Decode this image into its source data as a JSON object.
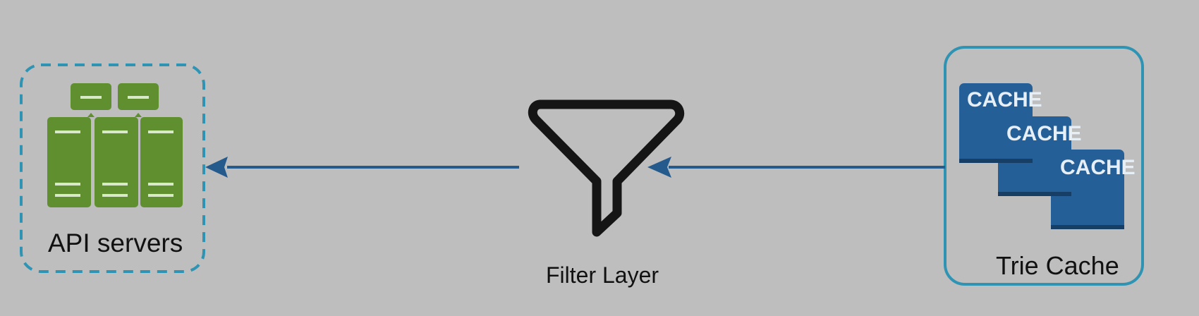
{
  "nodes": {
    "api_servers": {
      "label": "API servers",
      "icon": "server-rack-icon"
    },
    "filter_layer": {
      "label": "Filter Layer",
      "icon": "funnel-icon"
    },
    "trie_cache": {
      "label": "Trie Cache",
      "icon": "cache-stack-icon",
      "cache_labels": [
        "CACHE",
        "CACHE",
        "CACHE"
      ]
    }
  },
  "edges": [
    {
      "from": "trie_cache",
      "to": "filter_layer"
    },
    {
      "from": "filter_layer",
      "to": "api_servers"
    }
  ],
  "colors": {
    "background": "#bebebe",
    "server_green": "#5f8f2f",
    "cache_blue": "#255f98",
    "arrow_blue": "#245a8c",
    "container_teal": "#2f94b3",
    "funnel_black": "#151515"
  }
}
